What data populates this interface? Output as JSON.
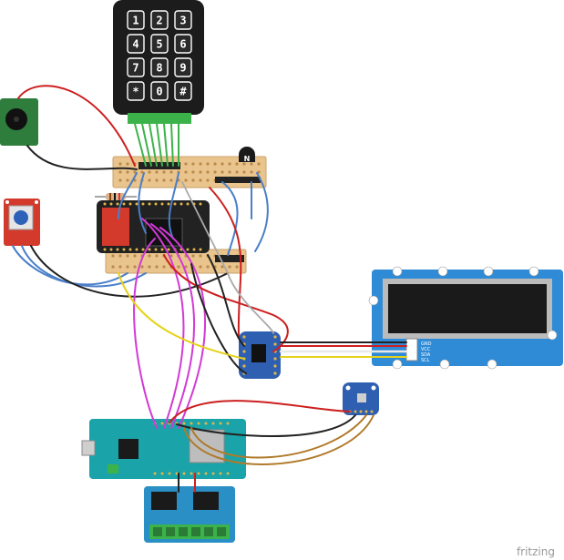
{
  "keypad": {
    "keys": [
      "1",
      "2",
      "3",
      "4",
      "5",
      "6",
      "7",
      "8",
      "9",
      "*",
      "0",
      "#"
    ]
  },
  "transistor": {
    "label": "N"
  },
  "oled": {
    "pin_labels": [
      "GND",
      "VCC",
      "SDA",
      "SCL"
    ]
  },
  "watermark": "fritzing",
  "colors": {
    "wire_red": "#cc1f1f",
    "wire_black": "#222222",
    "wire_blue": "#4a7fc8",
    "wire_green": "#3cb34a",
    "wire_magenta": "#d23ad6",
    "wire_yellow": "#e6d21a",
    "wire_brown": "#b07a2a",
    "wire_white": "#e8e8e8",
    "board_cyan": "#1aa3a8",
    "board_blue": "#2f5fb0",
    "stripboard": "#e9c48c",
    "oled_frame": "#2f8bd6"
  }
}
